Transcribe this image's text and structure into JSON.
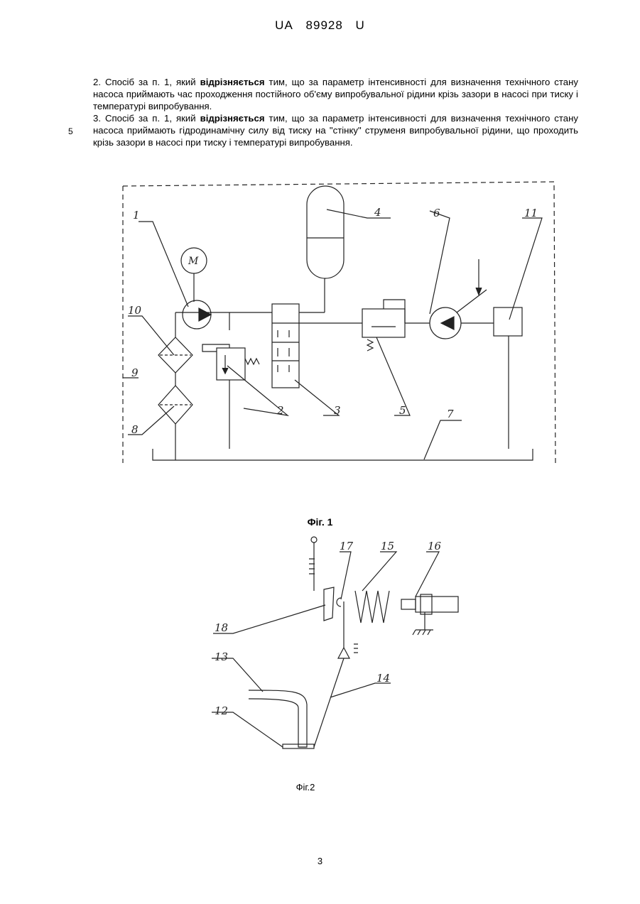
{
  "header": {
    "country": "UA",
    "number": "89928",
    "kind": "U"
  },
  "claims": [
    {
      "lead": "2. Спосіб за п. 1, який ",
      "bold": "відрізняється",
      "rest": " тим, що за параметр інтенсивності для визначення технічного стану насоса приймають час проходження постійного об'єму випробувальної рідини крізь зазори в насосі при тиску і температурі випробування."
    },
    {
      "lead": "3. Спосіб за п. 1, який ",
      "bold": "відрізняється",
      "rest": " тим, що за параметр інтенсивності для визначення технічного стану насоса приймають гідродинамічну силу від тиску на \"стінку\" струменя випробувальної рідини, що проходить крізь зазори в насосі при тиску і температурі випробування."
    }
  ],
  "line_number": "5",
  "figure1": {
    "caption": "Фіг. 1",
    "motor_label": "M",
    "labels": [
      "1",
      "2",
      "3",
      "4",
      "5",
      "6",
      "7",
      "8",
      "9",
      "10",
      "11"
    ]
  },
  "figure2": {
    "caption": "Фіг.2",
    "labels": [
      "12",
      "13",
      "14",
      "15",
      "16",
      "17",
      "18"
    ]
  },
  "page_number": "3"
}
